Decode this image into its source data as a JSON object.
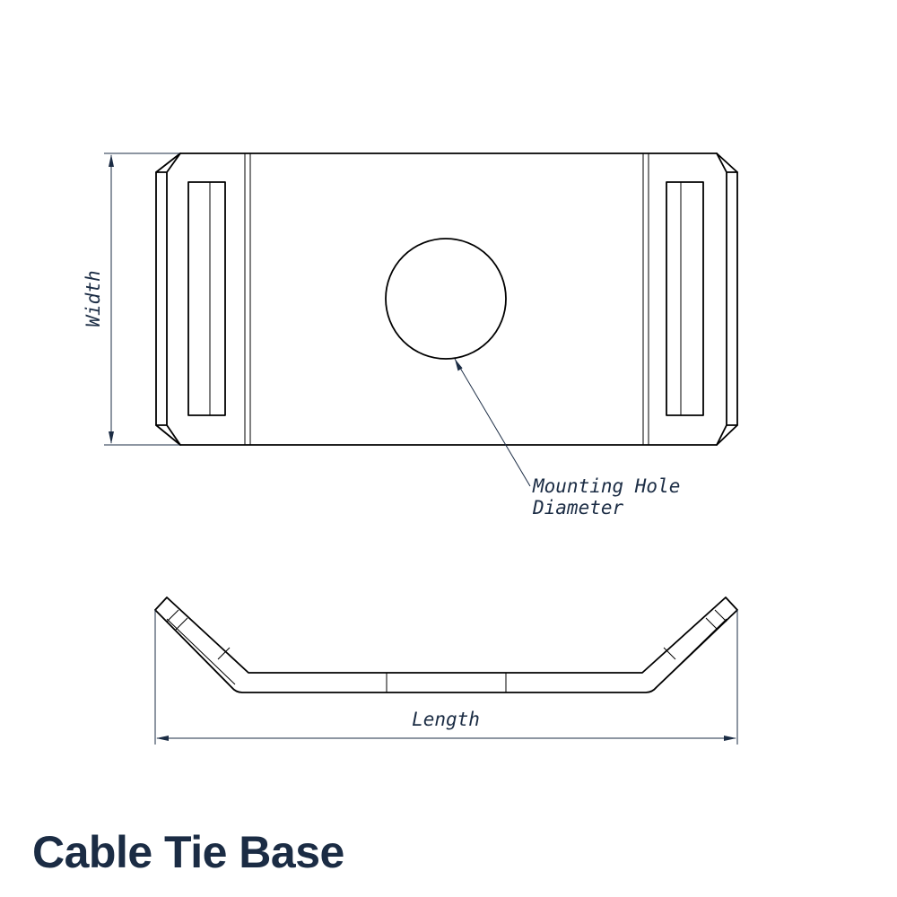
{
  "title": "Cable Tie Base",
  "labels": {
    "width": "Width",
    "mounting_hole_line1": "Mounting Hole",
    "mounting_hole_line2": "Diameter",
    "length": "Length"
  },
  "colors": {
    "annotation": "#1b2c44",
    "outline": "#000000",
    "background": "#ffffff"
  }
}
